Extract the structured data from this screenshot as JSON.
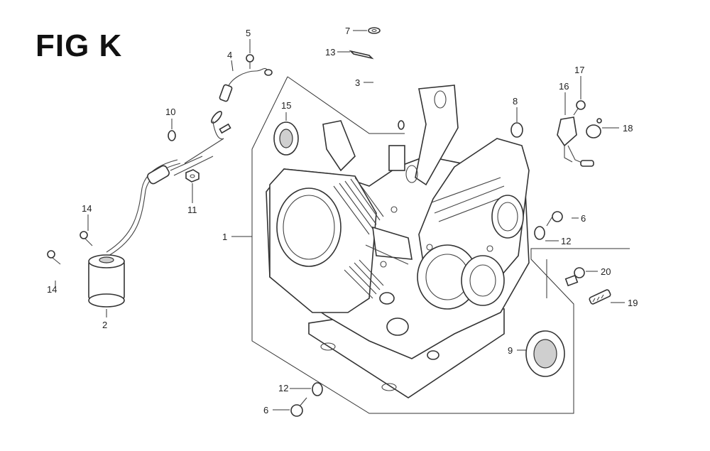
{
  "figure": {
    "title": "FIG K"
  },
  "callouts": [
    {
      "id": "1",
      "label": "1"
    },
    {
      "id": "2",
      "label": "2"
    },
    {
      "id": "3",
      "label": "3"
    },
    {
      "id": "4",
      "label": "4"
    },
    {
      "id": "5",
      "label": "5"
    },
    {
      "id": "6a",
      "label": "6"
    },
    {
      "id": "6b",
      "label": "6"
    },
    {
      "id": "7",
      "label": "7"
    },
    {
      "id": "8",
      "label": "8"
    },
    {
      "id": "9",
      "label": "9"
    },
    {
      "id": "10",
      "label": "10"
    },
    {
      "id": "11",
      "label": "11"
    },
    {
      "id": "12a",
      "label": "12"
    },
    {
      "id": "12b",
      "label": "12"
    },
    {
      "id": "13",
      "label": "13"
    },
    {
      "id": "14a",
      "label": "14"
    },
    {
      "id": "14b",
      "label": "14"
    },
    {
      "id": "15",
      "label": "15"
    },
    {
      "id": "16",
      "label": "16"
    },
    {
      "id": "17",
      "label": "17"
    },
    {
      "id": "18",
      "label": "18"
    },
    {
      "id": "19",
      "label": "19"
    },
    {
      "id": "20",
      "label": "20"
    }
  ]
}
